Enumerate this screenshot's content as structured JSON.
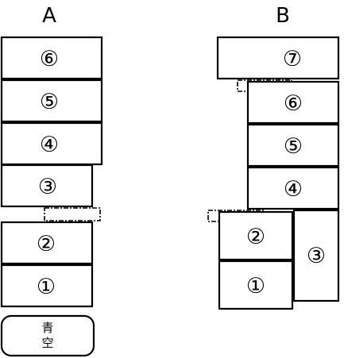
{
  "column_a": {
    "label": "A",
    "blocks": [
      "⑥",
      "⑤",
      "④",
      "③",
      "②",
      "①"
    ],
    "sky_label_line1": "青",
    "sky_label_line2": "空"
  },
  "column_b": {
    "label": "B",
    "blocks": [
      "⑦",
      "⑥",
      "⑤",
      "④",
      "②",
      "③",
      "①"
    ]
  }
}
